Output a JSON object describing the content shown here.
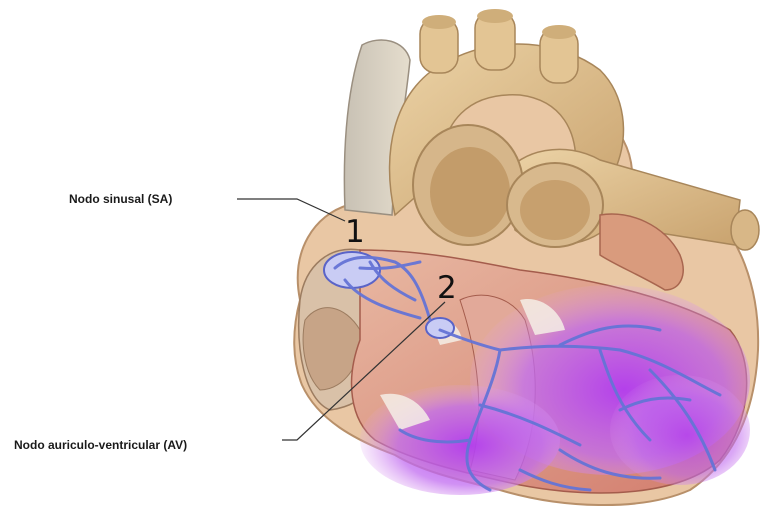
{
  "labels": {
    "sa_node": "Nodo sinusal (SA)",
    "av_node": "Nodo auriculo-ventricular (AV)"
  },
  "markers": {
    "one": "1",
    "two": "2"
  },
  "colors": {
    "background": "#ffffff",
    "vessel_tan": "#d9bc8c",
    "muscle_pink": "#d98a78",
    "conduction_blue": "#6f7fd8",
    "activation_purple": "#b044e8",
    "leader_line": "#333333"
  }
}
